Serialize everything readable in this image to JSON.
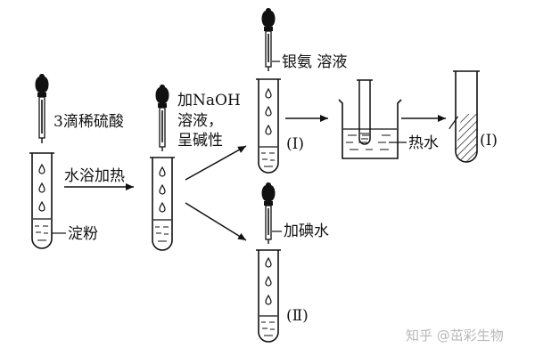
{
  "labels": {
    "acid": "3滴稀硫酸",
    "heat": "水浴加热",
    "starch": "淀粉",
    "naoh_line1": "加NaOH",
    "naoh_line2": "溶液，",
    "naoh_line3": "呈碱性",
    "silver": "银氨 溶液",
    "tube_one_a": "(Ⅰ)",
    "hot_water": "热水",
    "tube_one_b": "(Ⅰ)",
    "iodine": "加碘水",
    "tube_two": "(Ⅱ)"
  },
  "watermark": {
    "text": "知乎 @茁彩生物"
  }
}
